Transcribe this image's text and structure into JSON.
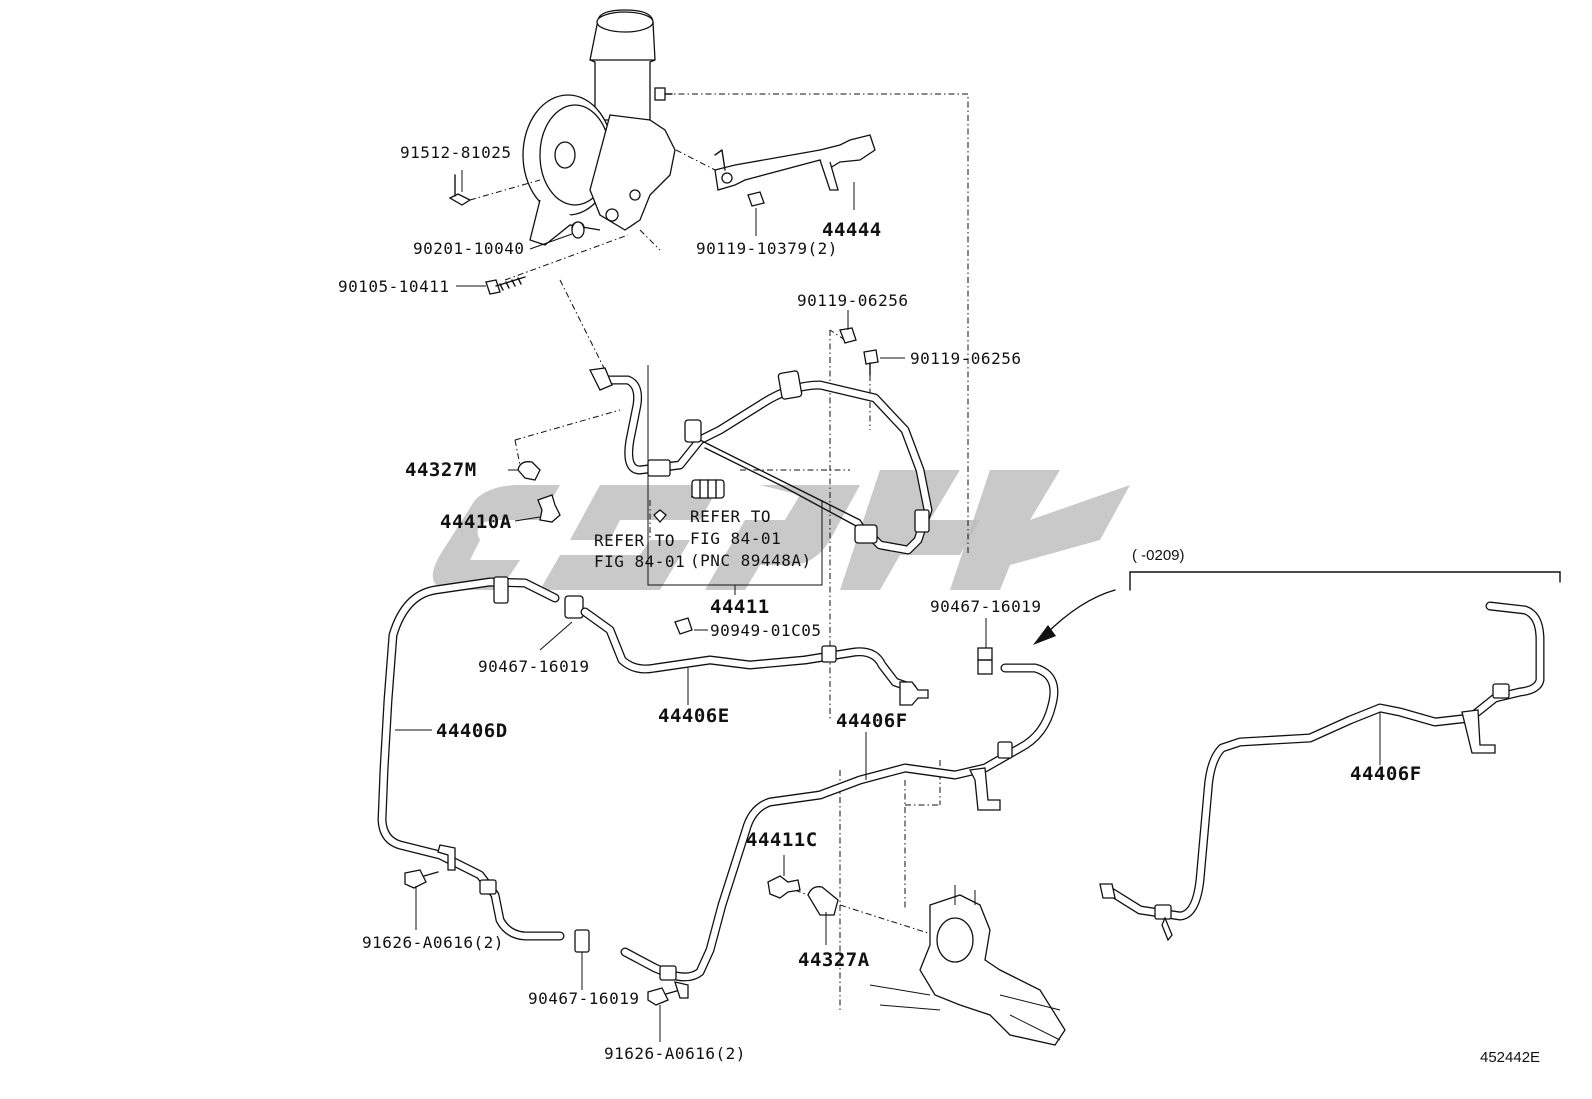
{
  "labels": {
    "p91512": "91512-81025",
    "p90201": "90201-10040",
    "p90105": "90105-10411",
    "p44444": "44444",
    "p90119a": "90119-10379(2)",
    "p90119b": "90119-06256",
    "p90119c": "90119-06256",
    "p44327m": "44327M",
    "p44410a": "44410A",
    "refer1_l1": "REFER TO",
    "refer1_l2": "FIG 84-01",
    "refer2_l1": "REFER TO",
    "refer2_l2": "FIG 84-01",
    "refer2_l3": "(PNC 89448A)",
    "p44411": "44411",
    "p90949": "90949-01C05",
    "p90467a": "90467-16019",
    "p90467b": "90467-16019",
    "p90467c": "90467-16019",
    "p44406e": "44406E",
    "p44406d": "44406D",
    "p44406f1": "44406F",
    "p44406f2": "44406F",
    "p44411c": "44411C",
    "p44327a": "44327A",
    "p91626a": "91626-A0616(2)",
    "p91626b": "91626-A0616(2)",
    "variant_note": "(      -0209)",
    "illustration_id": "452442E"
  },
  "colors": {
    "ink": "#111111",
    "watermark": "#bdbdbd",
    "background": "#ffffff"
  }
}
